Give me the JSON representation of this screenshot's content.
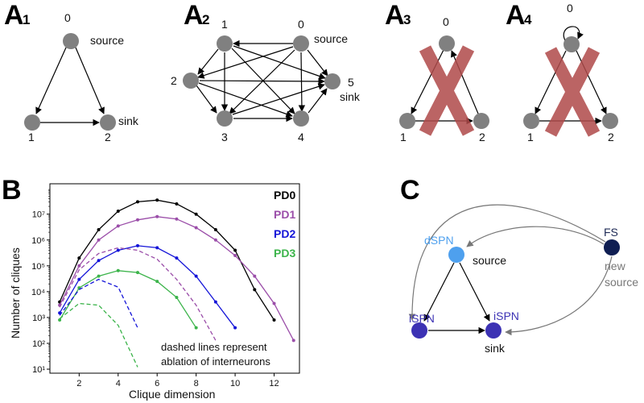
{
  "colors": {
    "node": "#808080",
    "cross": "#b04a4a",
    "dspn": "#4ea0ee",
    "ispn": "#3c32b4",
    "fs": "#0f1e52",
    "fs_label": "#1e2a55",
    "grey_edge": "#777777",
    "pd0": "#000000",
    "pd1": "#9b4ea9",
    "pd2": "#1414d8",
    "pd3": "#3cb44b"
  },
  "panels": {
    "a1": {
      "letter": "A",
      "sub": "1",
      "n0": "0",
      "n1": "1",
      "n2": "2",
      "source": "source",
      "sink": "sink"
    },
    "a2": {
      "letter": "A",
      "sub": "2",
      "n0": "0",
      "n1": "1",
      "n2": "2",
      "n3": "3",
      "n4": "4",
      "n5": "5",
      "source": "source",
      "sink": "sink"
    },
    "a3": {
      "letter": "A",
      "sub": "3",
      "n0": "0",
      "n1": "1",
      "n2": "2"
    },
    "a4": {
      "letter": "A",
      "sub": "4",
      "n0": "0",
      "n1": "1",
      "n2": "2"
    },
    "b": {
      "letter": "B",
      "note_line1": "dashed lines represent",
      "note_line2": "ablation of interneurons"
    },
    "c": {
      "letter": "C",
      "dspn": "dSPN",
      "source": "source",
      "ispn1": "iSPN",
      "ispn2": "iSPN",
      "sink": "sink",
      "fs": "FS",
      "new": "new",
      "new_source": "source"
    }
  },
  "chart_data": {
    "type": "line",
    "xlabel": "Clique dimension",
    "ylabel": "Number of cliques",
    "yscale": "log",
    "xlim": [
      0.5,
      13.3
    ],
    "ylim": [
      7,
      150000000
    ],
    "xticks": [
      2,
      4,
      6,
      8,
      10,
      12
    ],
    "xtick_labels": [
      "2",
      "4",
      "6",
      "8",
      "10",
      "12"
    ],
    "yticks": [
      10,
      100,
      1000,
      10000,
      100000,
      1000000,
      10000000
    ],
    "ytick_labels": [
      "10¹",
      "10²",
      "10³",
      "10⁴",
      "10⁵",
      "10⁶",
      "10⁷"
    ],
    "legend": [
      "PD0",
      "PD1",
      "PD2",
      "PD3"
    ],
    "legend_placement": "top-right",
    "series": [
      {
        "name": "PD0",
        "style": "solid",
        "x": [
          1,
          2,
          3,
          4,
          5,
          6,
          7,
          8,
          9,
          10,
          11,
          12
        ],
        "y": [
          4000,
          200000,
          2500000,
          13000000,
          30000000,
          35000000,
          25000000,
          10000000,
          2500000,
          400000,
          12000,
          800
        ]
      },
      {
        "name": "PD1",
        "style": "solid",
        "x": [
          1,
          2,
          3,
          4,
          5,
          6,
          7,
          8,
          9,
          10,
          11,
          12,
          13
        ],
        "y": [
          3000,
          100000,
          1000000,
          3500000,
          6000000,
          8000000,
          6500000,
          3000000,
          1000000,
          250000,
          40000,
          3500,
          130
        ]
      },
      {
        "name": "PD2",
        "style": "solid",
        "x": [
          1,
          2,
          3,
          4,
          5,
          6,
          7,
          8,
          9,
          10
        ],
        "y": [
          1500,
          30000,
          160000,
          400000,
          600000,
          500000,
          200000,
          40000,
          4000,
          400
        ]
      },
      {
        "name": "PD3",
        "style": "solid",
        "x": [
          1,
          2,
          3,
          4,
          5,
          6,
          7,
          8
        ],
        "y": [
          800,
          14000,
          40000,
          65000,
          55000,
          25000,
          6000,
          400
        ]
      },
      {
        "name": "PD1",
        "style": "dashed",
        "x": [
          1,
          2,
          3,
          4,
          5,
          6,
          7,
          8,
          9
        ],
        "y": [
          2500,
          70000,
          300000,
          500000,
          400000,
          180000,
          30000,
          3000,
          130
        ]
      },
      {
        "name": "PD2",
        "style": "dashed",
        "x": [
          1,
          2,
          3,
          4,
          5
        ],
        "y": [
          1200,
          12000,
          30000,
          15000,
          400
        ]
      },
      {
        "name": "PD3",
        "style": "dashed",
        "x": [
          1,
          2,
          3,
          4,
          5
        ],
        "y": [
          900,
          3500,
          3000,
          500,
          12
        ]
      }
    ]
  }
}
